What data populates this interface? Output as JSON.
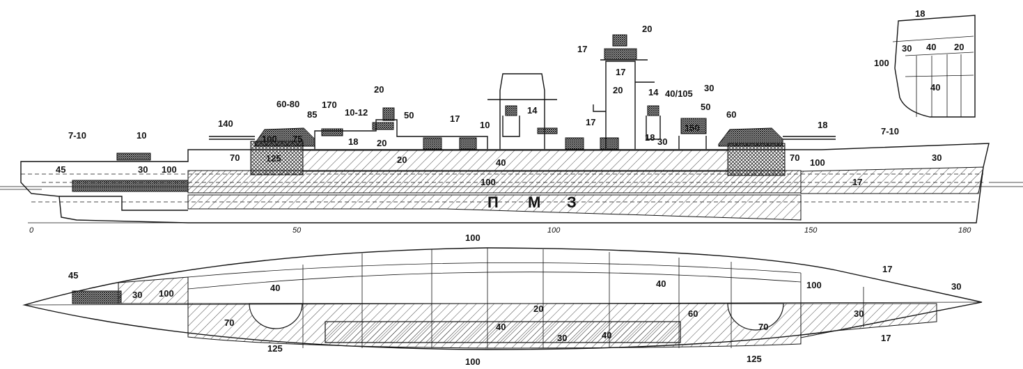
{
  "side_view": {
    "hull_letters": [
      "П",
      "М",
      "З"
    ],
    "scale_ticks": [
      "0",
      "50",
      "100",
      "150",
      "180"
    ],
    "labels": {
      "bow_deck": "7-10",
      "stern_deck": "7-10",
      "aft_small_turret": "10",
      "aft_belt_45": "45",
      "aft_belt_30": "30",
      "aft_bulkhead": "100",
      "aft_deck_70": "70",
      "conning_140": "140",
      "tower_60_80": "60-80",
      "tower_85": "85",
      "turret_face_100": "100",
      "turret_75": "75",
      "barbette_125": "125",
      "tower_170": "170",
      "ring_10_12": "10-12",
      "mast_20_top": "20",
      "mast_20_low": "20",
      "mast_50": "50",
      "deck_18_aft": "18",
      "deck_20": "20",
      "mount_17_aft": "17",
      "mount_10": "10",
      "funnel_14": "14",
      "belt_40": "40",
      "belt_100": "100",
      "mount_17_mid": "17",
      "deck_18_mid": "18",
      "fwd_tower_20_top": "20",
      "fwd_tower_17_side": "17",
      "fwd_tower_17": "17",
      "fwd_tower_20": "20",
      "fwd_funnel_14": "14",
      "fwd_40_105": "40/105",
      "fwd_30_top": "30",
      "fwd_50": "50",
      "fwd_150": "150",
      "fwd_30": "30",
      "fwd_60": "60",
      "fwd_70": "70",
      "fwd_100": "100",
      "fwd_18": "18",
      "fwd_17": "17",
      "bow_30": "30"
    }
  },
  "section_view": {
    "labels": {
      "top_18": "18",
      "face_30": "30",
      "face_40": "40",
      "face_20": "20",
      "side_100": "100",
      "lower_40": "40"
    }
  },
  "plan_view": {
    "labels": {
      "top_100": "100",
      "bottom_100": "100",
      "aft_45": "45",
      "aft_30": "30",
      "aft_100": "100",
      "aft_40": "40",
      "aft_70": "70",
      "aft_125": "125",
      "mid_20": "20",
      "mid_40": "40",
      "mid_30": "30",
      "mid_40b": "40",
      "right_40": "40",
      "fwd_60": "60",
      "fwd_100": "100",
      "fwd_17_top": "17",
      "fwd_30_tip": "30",
      "fwd_70": "70",
      "fwd_30": "30",
      "fwd_17_bot": "17",
      "fwd_125": "125"
    }
  }
}
